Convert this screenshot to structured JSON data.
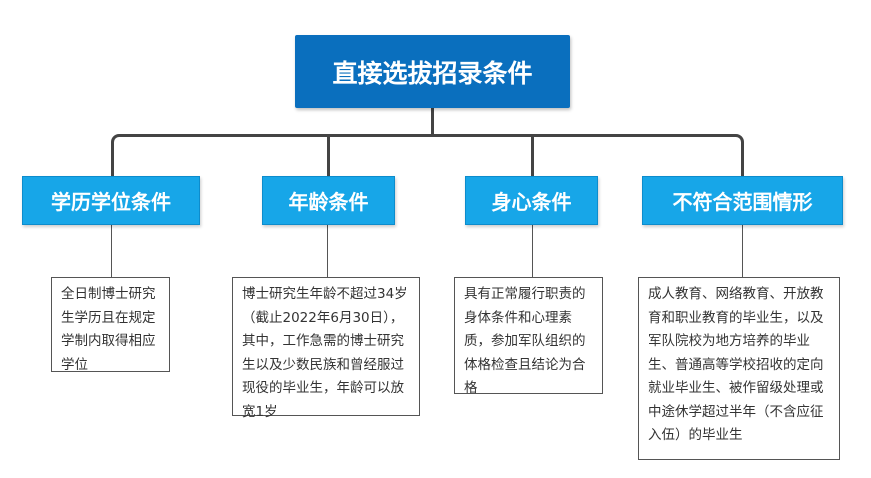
{
  "root": {
    "title": "直接选拔招录条件"
  },
  "categories": [
    {
      "label": "学历学位条件",
      "detail": "全日制博士研究生学历且在规定学制内取得相应学位"
    },
    {
      "label": "年龄条件",
      "detail": "博士研究生年龄不超过34岁（截止2022年6月30日），其中，工作急需的博士研究生以及少数民族和曾经服过现役的毕业生，年龄可以放宽1岁"
    },
    {
      "label": "身心条件",
      "detail": "具有正常履行职责的身体条件和心理素质，参加军队组织的体格检查且结论为合格"
    },
    {
      "label": "不符合范围情形",
      "detail": "成人教育、网络教育、开放教育和职业教育的毕业生，以及军队院校为地方培养的毕业生、普通高等学校招收的定向就业毕业生、被作留级处理或中途休学超过半年（不含应征入伍）的毕业生"
    }
  ],
  "colors": {
    "root": "#0a6fbe",
    "category": "#17a6e8",
    "connector": "#444444"
  }
}
